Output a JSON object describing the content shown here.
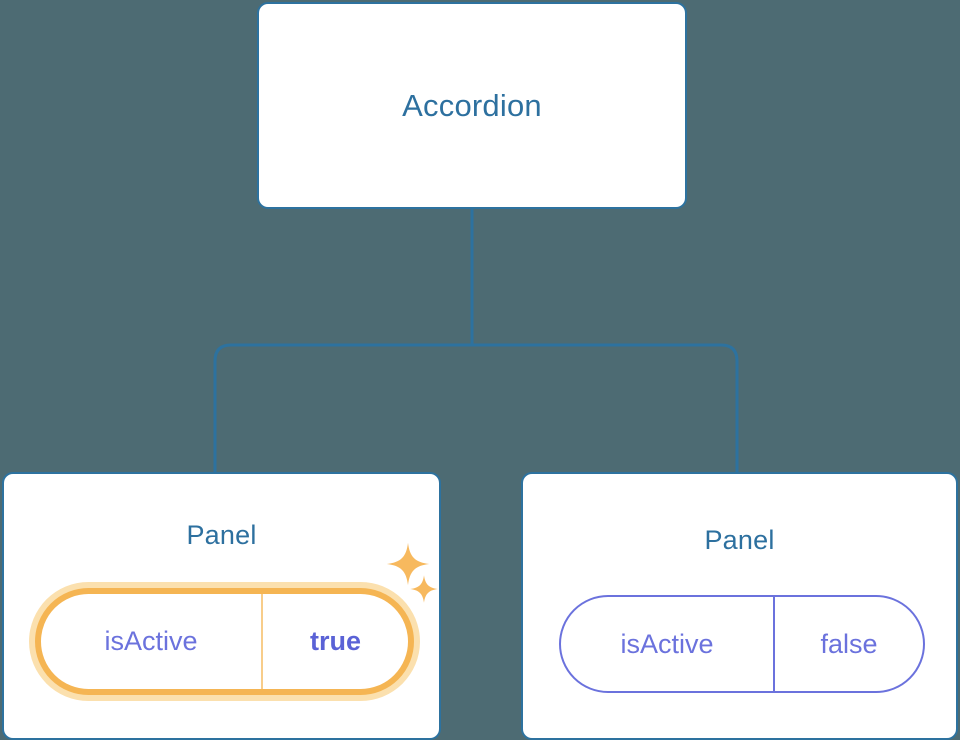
{
  "diagram": {
    "background_color": "#4d6b73",
    "edge_color": "#2d729f",
    "node_border_color": "#2d729f",
    "node_fill_color": "#ffffff",
    "title_color": "#2d709f",
    "prop_text_color": "#6b72dd",
    "highlight_ring_color": "#f5b553",
    "highlight_halo_color": "#fbe0ae",
    "sparkle_color": "#f7b95e",
    "root": {
      "label": "Accordion"
    },
    "children": [
      {
        "label": "Panel",
        "highlighted": true,
        "prop": {
          "key": "isActive",
          "value": "true"
        },
        "sparkles": [
          "sparkle-large",
          "sparkle-small"
        ]
      },
      {
        "label": "Panel",
        "highlighted": false,
        "prop": {
          "key": "isActive",
          "value": "false"
        }
      }
    ]
  }
}
